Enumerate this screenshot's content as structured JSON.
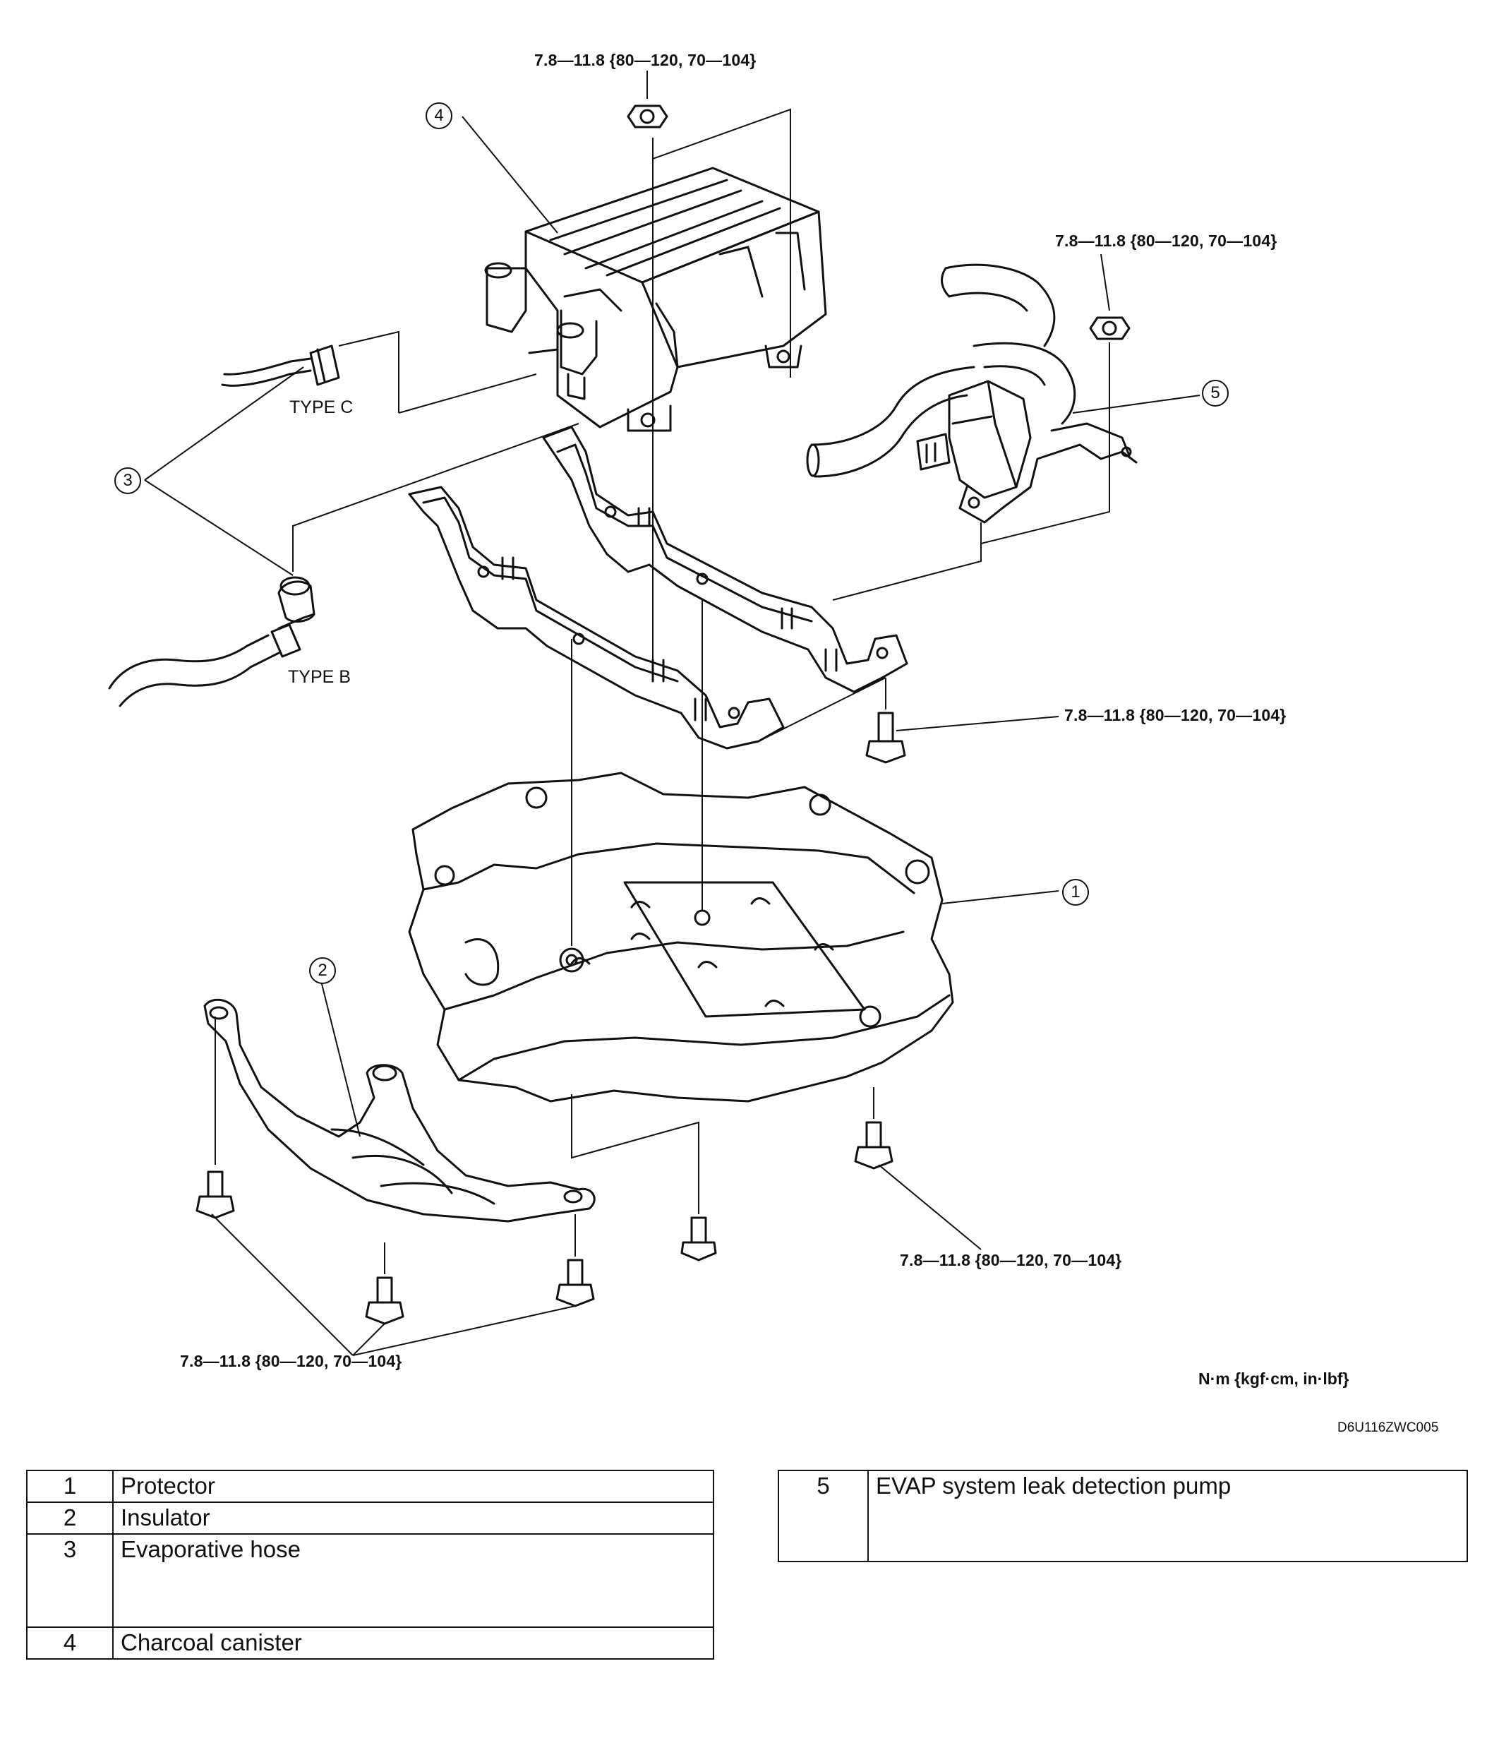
{
  "diagram": {
    "torque_specs": [
      "7.8—11.8 {80—120, 70—104}",
      "7.8—11.8 {80—120, 70—104}",
      "7.8—11.8 {80—120, 70—104}",
      "7.8—11.8 {80—120, 70—104}",
      "7.8—11.8 {80—120, 70—104}"
    ],
    "type_labels": [
      "TYPE C",
      "TYPE B"
    ],
    "callouts": [
      "1",
      "2",
      "3",
      "4",
      "5"
    ],
    "units": "N·m {kgf·cm, in·lbf}",
    "figure_code": "D6U116ZWC005"
  },
  "parts_table_left": [
    {
      "num": "1",
      "name": "Protector"
    },
    {
      "num": "2",
      "name": "Insulator"
    },
    {
      "num": "3",
      "name": "Evaporative hose"
    },
    {
      "num": "4",
      "name": "Charcoal canister"
    }
  ],
  "parts_table_right": [
    {
      "num": "5",
      "name": "EVAP system leak detection pump"
    }
  ]
}
